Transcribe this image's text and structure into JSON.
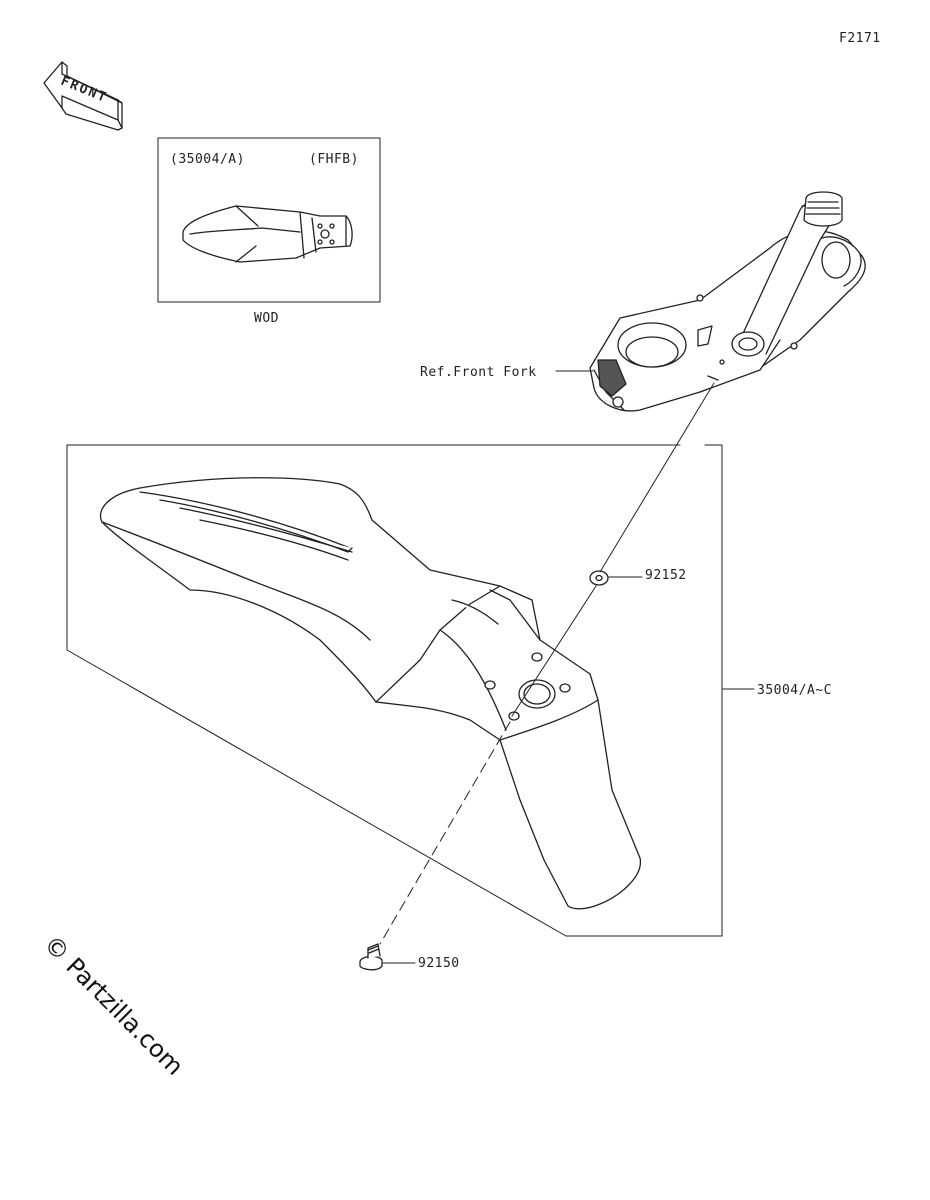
{
  "figure_id": "F2171",
  "front_arrow": {
    "text": "FRONT"
  },
  "inset": {
    "part_ref": "(35004/A)",
    "code": "(FHFB)",
    "caption": "WOD"
  },
  "callouts": {
    "front_fork": "Ref.Front Fork",
    "washer": "92152",
    "fender": "35004/A~C",
    "bolt": "92150"
  },
  "watermark": "© Partzilla.com"
}
